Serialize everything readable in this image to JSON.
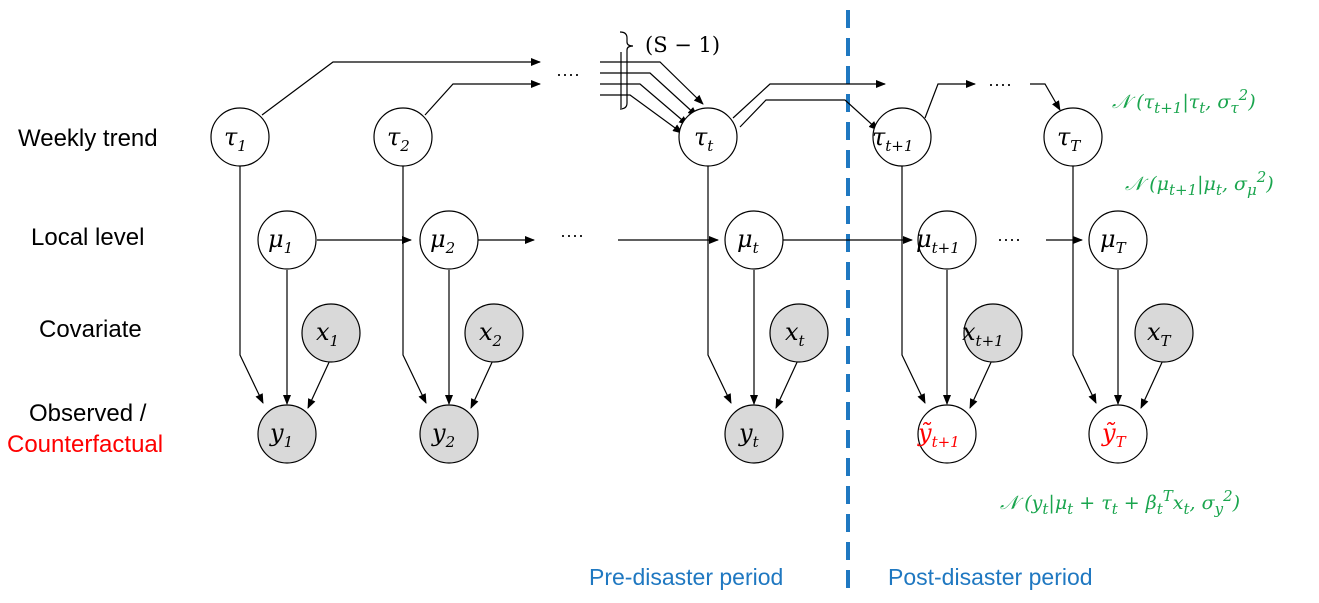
{
  "rows": {
    "trend": "Weekly trend",
    "level": "Local level",
    "covariate": "Covariate",
    "observed": "Observed /",
    "counterfactual": "Counterfactual"
  },
  "nodes": {
    "tau": [
      {
        "sym": "τ",
        "sub": "1"
      },
      {
        "sym": "τ",
        "sub": "2"
      },
      {
        "sym": "τ",
        "sub": "t"
      },
      {
        "sym": "τ",
        "sub": "t+1"
      },
      {
        "sym": "τ",
        "sub": "T"
      }
    ],
    "mu": [
      {
        "sym": "μ",
        "sub": "1"
      },
      {
        "sym": "μ",
        "sub": "2"
      },
      {
        "sym": "μ",
        "sub": "t"
      },
      {
        "sym": "μ",
        "sub": "t+1"
      },
      {
        "sym": "μ",
        "sub": "T"
      }
    ],
    "x": [
      {
        "sym": "x",
        "sub": "1"
      },
      {
        "sym": "x",
        "sub": "2"
      },
      {
        "sym": "x",
        "sub": "t"
      },
      {
        "sym": "x",
        "sub": "t+1"
      },
      {
        "sym": "x",
        "sub": "T"
      }
    ],
    "y": [
      {
        "sym": "y",
        "sub": "1"
      },
      {
        "sym": "y",
        "sub": "2"
      },
      {
        "sym": "y",
        "sub": "t"
      },
      {
        "sym": "ỹ",
        "sub": "t+1"
      },
      {
        "sym": "ỹ",
        "sub": "T"
      }
    ]
  },
  "ellipsis": "····",
  "season_label": "(S − 1)",
  "formulas": {
    "tau": "𝒩 (τ_{t+1} | τ_t, σ_τ^2)",
    "mu": "𝒩 (μ_{t+1} | μ_t, σ_μ^2)",
    "y": "𝒩 (y_t | μ_t + τ_t + β_t^T x_t, σ_y^2)"
  },
  "periods": {
    "pre": "Pre-disaster period",
    "post": "Post-disaster period"
  },
  "colors": {
    "counterfactual": "#ff0000",
    "formula": "#1aa54e",
    "divider": "#1f78c1",
    "observed_fill": "#d9d9d9"
  }
}
